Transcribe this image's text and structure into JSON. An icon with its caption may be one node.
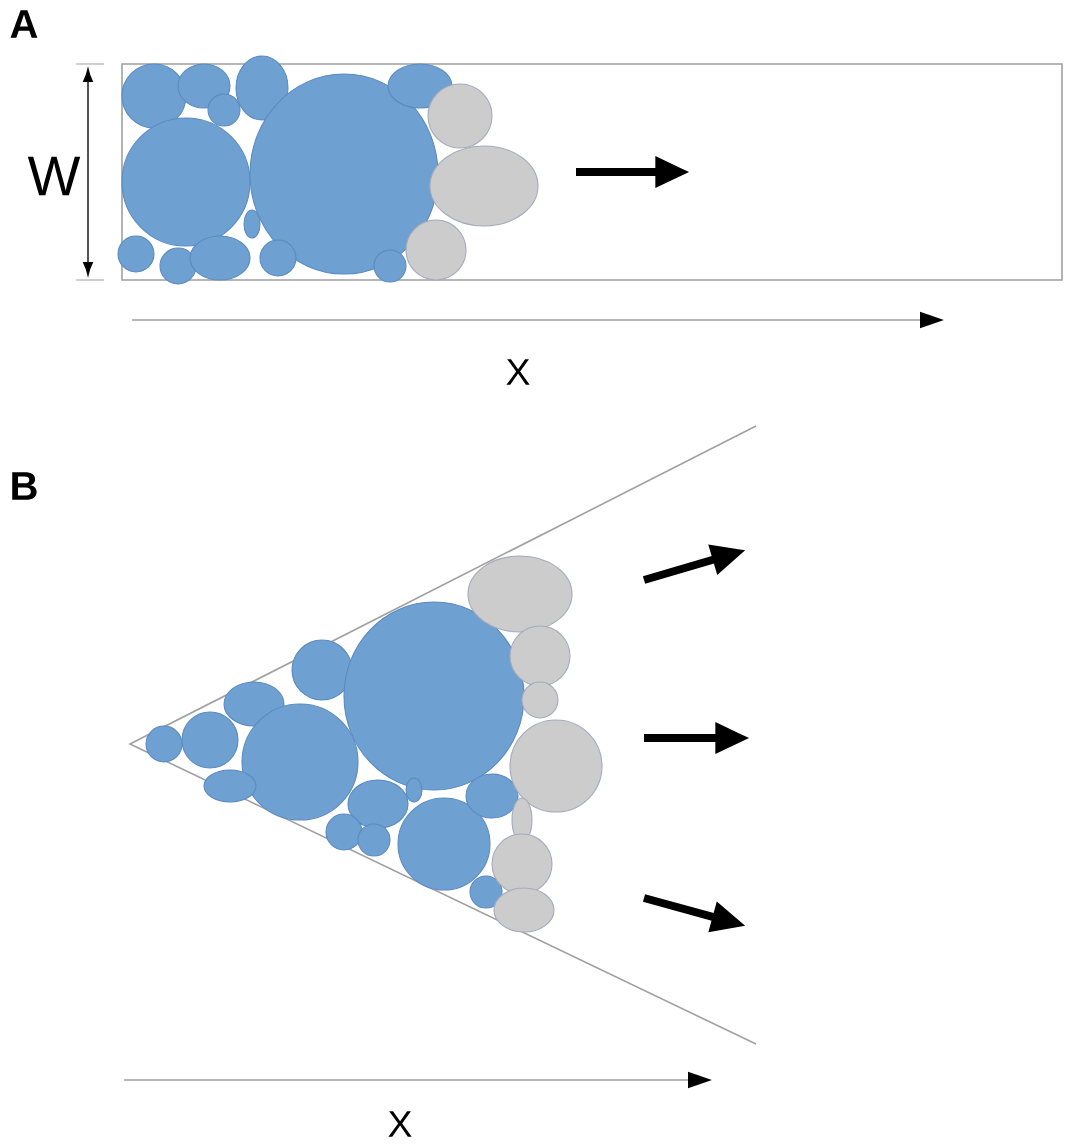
{
  "diagram": {
    "labels": [
      "A",
      "W",
      "X",
      "B",
      "X"
    ]
  }
}
